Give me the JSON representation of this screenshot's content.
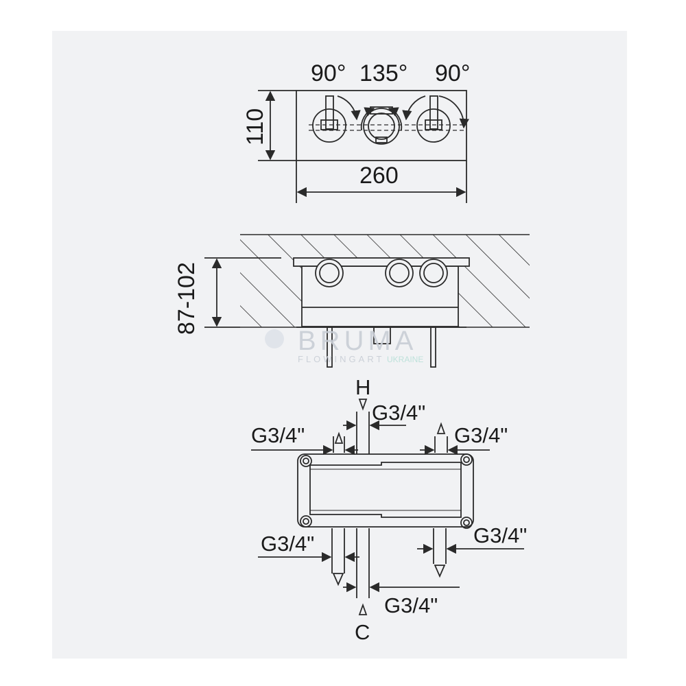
{
  "colors": {
    "panel": "#f1f2f4",
    "line": "#2a2a2a",
    "watermark": "#c9ced6",
    "watermark_accent": "#b9e0d8"
  },
  "top_view": {
    "angle_left": "90°",
    "angle_center": "135°",
    "angle_right": "90°",
    "height": "110",
    "width": "260"
  },
  "side_view": {
    "depth": "87-102"
  },
  "bottom_view": {
    "top_label": "H",
    "bottom_label": "C",
    "connections": [
      "G3/4\"",
      "G3/4\"",
      "G3/4\"",
      "G3/4\"",
      "G3/4\"",
      "G3/4\""
    ]
  },
  "watermark": {
    "brand": "BRUMA",
    "tagline": "FLOWINGART",
    "region": "UKRAINE"
  }
}
